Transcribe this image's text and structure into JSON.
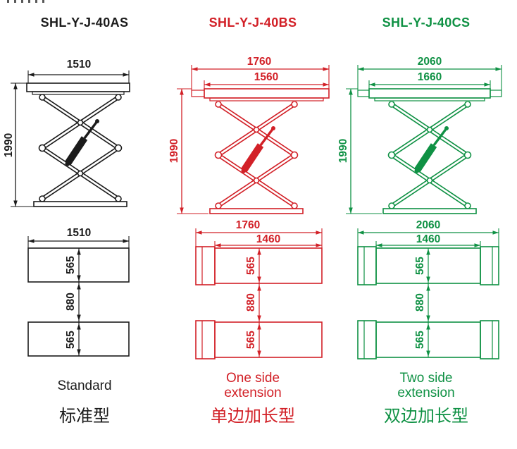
{
  "columns": [
    {
      "title": "SHL-Y-J-40AS",
      "color": "#1b1b1b",
      "side": {
        "width_outer": "1510",
        "height": "1990"
      },
      "plan": {
        "width_outer": "1510",
        "platform_depth_top": "565",
        "gap": "880",
        "platform_depth_bottom": "565"
      },
      "caption_en": [
        "Standard"
      ],
      "caption_cn": "标准型"
    },
    {
      "title": "SHL-Y-J-40BS",
      "color": "#d22027",
      "side": {
        "width_outer": "1760",
        "width_inner": "1560",
        "height": "1990"
      },
      "plan": {
        "width_outer": "1760",
        "width_inner": "1460",
        "platform_depth_top": "565",
        "gap": "880",
        "platform_depth_bottom": "565"
      },
      "caption_en": [
        "One side",
        "extension"
      ],
      "caption_cn": "单边加长型"
    },
    {
      "title": "SHL-Y-J-40CS",
      "color": "#0f9144",
      "side": {
        "width_outer": "2060",
        "width_inner": "1660",
        "height": "1990"
      },
      "plan": {
        "width_outer": "2060",
        "width_inner": "1460",
        "platform_depth_top": "565",
        "gap": "880",
        "platform_depth_bottom": "565"
      },
      "caption_en": [
        "Two side",
        "extension"
      ],
      "caption_cn": "双边加长型"
    }
  ]
}
